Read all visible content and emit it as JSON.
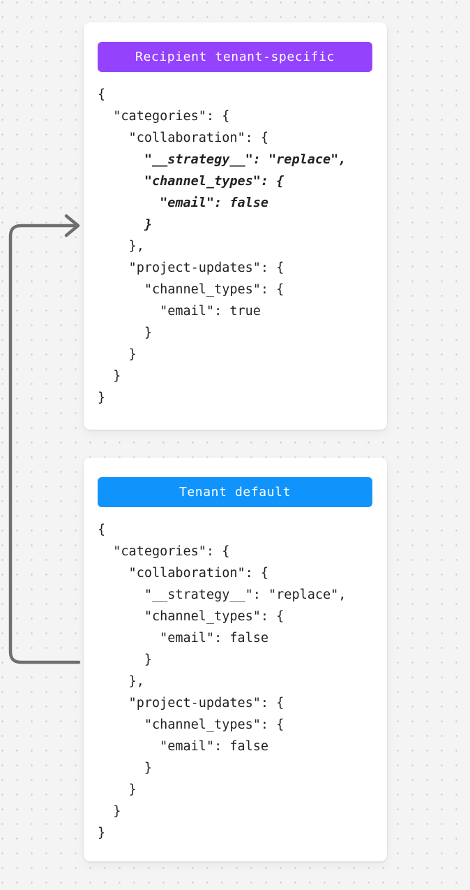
{
  "page": {
    "background_color": "#f4f4f4",
    "dot_color": "#c9c9c9"
  },
  "connector": {
    "name": "tenant-default-to-recipient-arrow",
    "color": "#6f6f6f",
    "direction": "from Tenant default card up to Recipient tenant-specific card"
  },
  "cards": [
    {
      "id": "recipient",
      "header": {
        "label": "Recipient tenant-specific",
        "background_color": "#9442fc",
        "text_color": "#ffffff"
      },
      "code_lines": [
        {
          "text": "{",
          "highlight": false
        },
        {
          "text": "  \"categories\": {",
          "highlight": false
        },
        {
          "text": "    \"collaboration\": {",
          "highlight": false
        },
        {
          "text": "      \"__strategy__\": \"replace\",",
          "highlight": true
        },
        {
          "text": "      \"channel_types\": {",
          "highlight": true
        },
        {
          "text": "        \"email\": false",
          "highlight": true
        },
        {
          "text": "      }",
          "highlight": true
        },
        {
          "text": "    },",
          "highlight": false
        },
        {
          "text": "    \"project-updates\": {",
          "highlight": false
        },
        {
          "text": "      \"channel_types\": {",
          "highlight": false
        },
        {
          "text": "        \"email\": true",
          "highlight": false
        },
        {
          "text": "      }",
          "highlight": false
        },
        {
          "text": "    }",
          "highlight": false
        },
        {
          "text": "  }",
          "highlight": false
        },
        {
          "text": "}",
          "highlight": false
        }
      ]
    },
    {
      "id": "tenant",
      "header": {
        "label": "Tenant default",
        "background_color": "#1094fb",
        "text_color": "#ffffff"
      },
      "code_lines": [
        {
          "text": "{",
          "highlight": false
        },
        {
          "text": "  \"categories\": {",
          "highlight": false
        },
        {
          "text": "    \"collaboration\": {",
          "highlight": false
        },
        {
          "text": "      \"__strategy__\": \"replace\",",
          "highlight": false
        },
        {
          "text": "      \"channel_types\": {",
          "highlight": false
        },
        {
          "text": "        \"email\": false",
          "highlight": false
        },
        {
          "text": "      }",
          "highlight": false
        },
        {
          "text": "    },",
          "highlight": false
        },
        {
          "text": "    \"project-updates\": {",
          "highlight": false
        },
        {
          "text": "      \"channel_types\": {",
          "highlight": false
        },
        {
          "text": "        \"email\": false",
          "highlight": false
        },
        {
          "text": "      }",
          "highlight": false
        },
        {
          "text": "    }",
          "highlight": false
        },
        {
          "text": "  }",
          "highlight": false
        },
        {
          "text": "}",
          "highlight": false
        }
      ]
    }
  ]
}
